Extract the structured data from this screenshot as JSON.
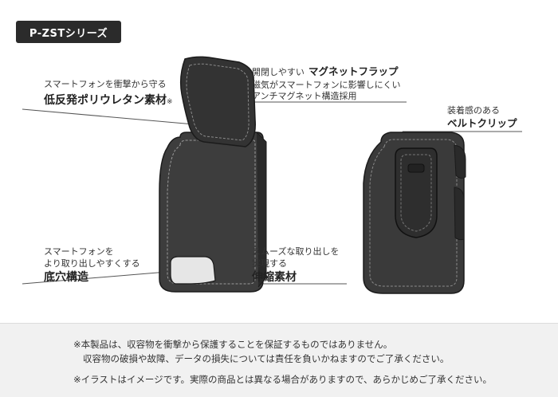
{
  "badge": "P-ZSTシリーズ",
  "callouts": {
    "material": {
      "line1": "スマートフォンを衝撃から守る",
      "line2": "低反発ポリウレタン素材",
      "mark": "※"
    },
    "flap": {
      "line1": "開閉しやすい",
      "line1_bold": "マグネットフラップ",
      "line2": "磁気がスマートフォンに影響しにくい",
      "line3": "アンチマグネット構造採用"
    },
    "clip": {
      "line1": "装着感のある",
      "line2": "ベルトクリップ"
    },
    "bottom": {
      "line1": "スマートフォンを",
      "line2": "より取り出しやすくする",
      "line3": "底穴構造"
    },
    "stretch": {
      "line1": "スムーズな取り出しを",
      "line2": "実現する",
      "line3": "伸縮素材"
    }
  },
  "footer": {
    "note1": "※本製品は、収容物を衝撃から保護することを保証するものではありません。",
    "note2": "収容物の破損や故障、データの損失については責任を負いかねますのでご了承ください。",
    "note3": "※イラストはイメージです。実際の商品とは異なる場合がありますので、あらかじめご了承ください。"
  }
}
